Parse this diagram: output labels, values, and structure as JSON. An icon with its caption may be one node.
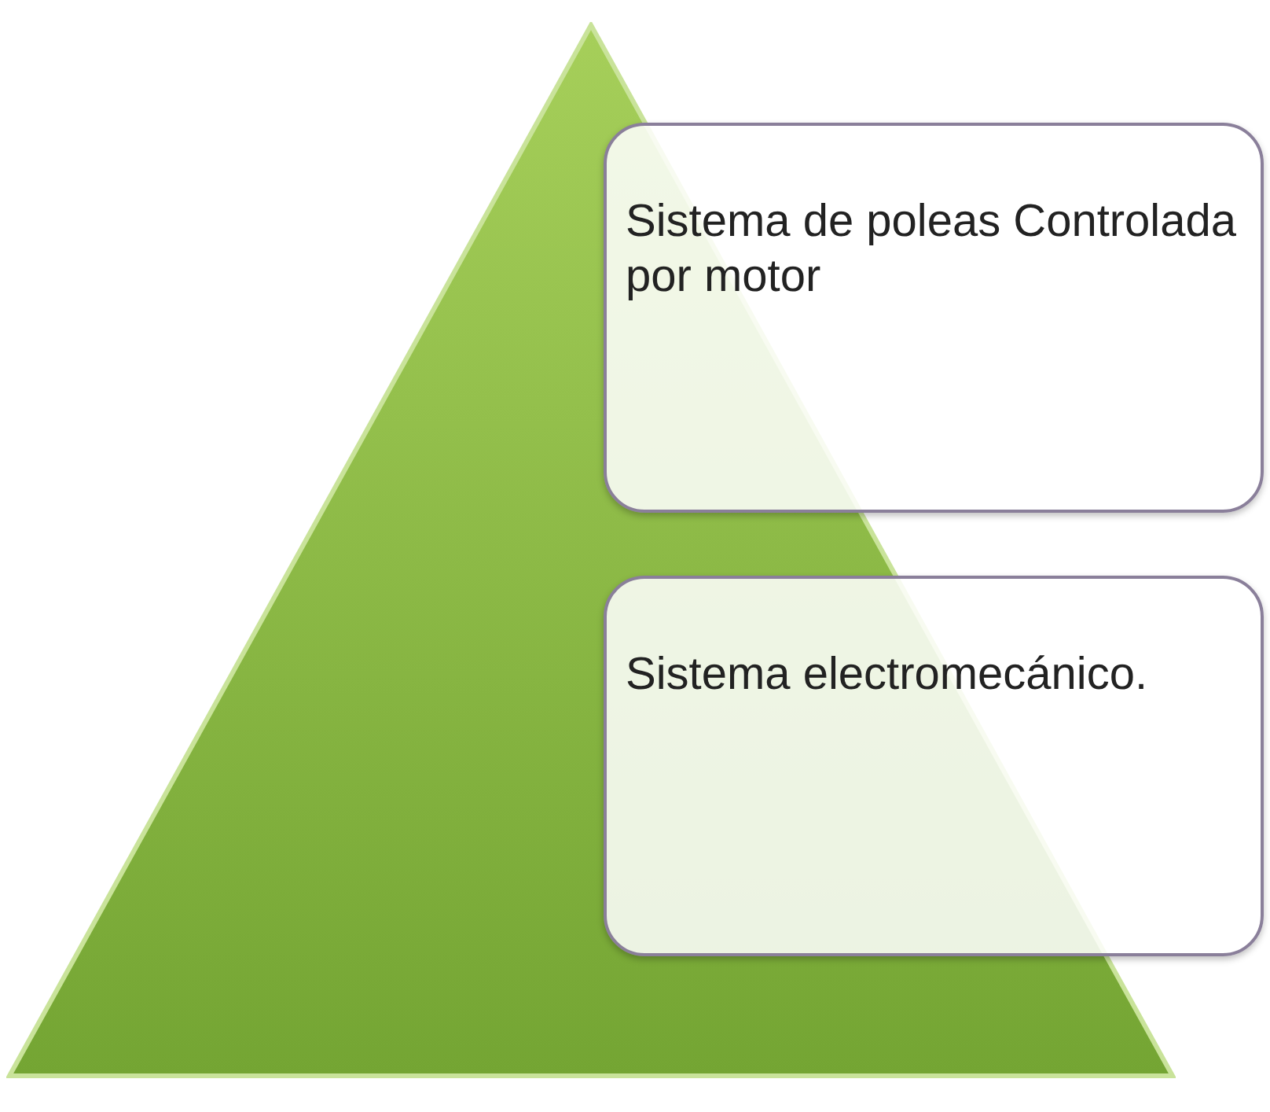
{
  "diagram": {
    "nodes": [
      {
        "text": [],
        "shape": "triangle"
      },
      {
        "text": [
          "Sistema de poleas Controlada por motor"
        ]
      },
      {
        "text": [
          "Sistema electromecánico."
        ]
      }
    ]
  }
}
